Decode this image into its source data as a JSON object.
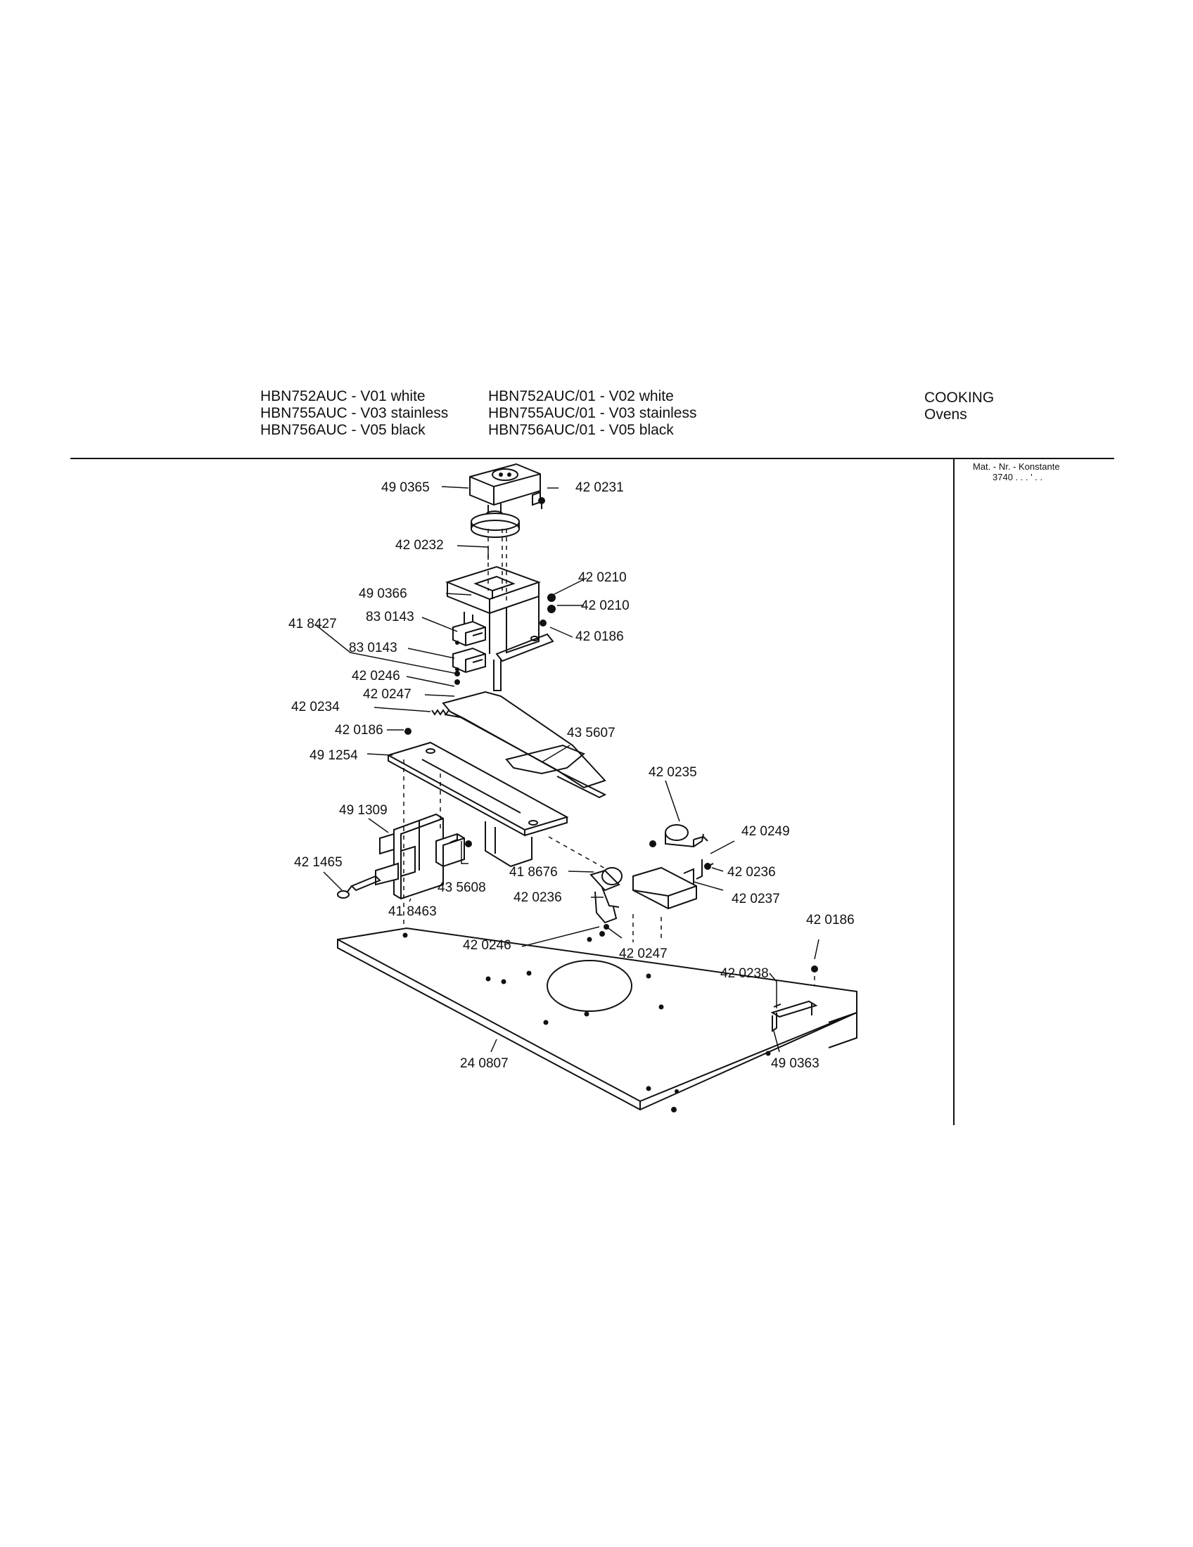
{
  "header": {
    "models_left": [
      "HBN752AUC - V01 white",
      "HBN755AUC - V03 stainless",
      "HBN756AUC - V05 black"
    ],
    "models_right": [
      "HBN752AUC/01 - V02 white",
      "HBN755AUC/01 - V03 stainless",
      "HBN756AUC/01 - V05 black"
    ],
    "category": [
      "COOKING",
      "Ovens"
    ]
  },
  "material_number": {
    "label": "Mat. - Nr. - Konstante",
    "value": "3740 . .  . ' . ."
  },
  "parts": [
    {
      "id": "p1",
      "number": "49 0365"
    },
    {
      "id": "p2",
      "number": "42 0231"
    },
    {
      "id": "p3",
      "number": "42 0232"
    },
    {
      "id": "p4",
      "number": "42 0210"
    },
    {
      "id": "p5",
      "number": "49 0366"
    },
    {
      "id": "p6",
      "number": "42 0210"
    },
    {
      "id": "p7",
      "number": "83 0143"
    },
    {
      "id": "p8",
      "number": "41 8427"
    },
    {
      "id": "p9",
      "number": "42 0186"
    },
    {
      "id": "p10",
      "number": "83 0143"
    },
    {
      "id": "p11",
      "number": "42 0246"
    },
    {
      "id": "p12",
      "number": "42 0247"
    },
    {
      "id": "p13",
      "number": "42 0234"
    },
    {
      "id": "p14",
      "number": "42 0186"
    },
    {
      "id": "p15",
      "number": "43 5607"
    },
    {
      "id": "p16",
      "number": "49 1254"
    },
    {
      "id": "p17",
      "number": "42 0235"
    },
    {
      "id": "p18",
      "number": "49 1309"
    },
    {
      "id": "p19",
      "number": "42 0249"
    },
    {
      "id": "p20",
      "number": "42 1465"
    },
    {
      "id": "p21",
      "number": "41 8676"
    },
    {
      "id": "p22",
      "number": "42 0236"
    },
    {
      "id": "p23",
      "number": "43 5608"
    },
    {
      "id": "p24",
      "number": "42 0236"
    },
    {
      "id": "p25",
      "number": "42 0237"
    },
    {
      "id": "p26",
      "number": "41 8463"
    },
    {
      "id": "p27",
      "number": "42 0186"
    },
    {
      "id": "p28",
      "number": "42 0246"
    },
    {
      "id": "p29",
      "number": "42 0247"
    },
    {
      "id": "p30",
      "number": "42 0238"
    },
    {
      "id": "p31",
      "number": "24 0807"
    },
    {
      "id": "p32",
      "number": "49 0363"
    }
  ]
}
